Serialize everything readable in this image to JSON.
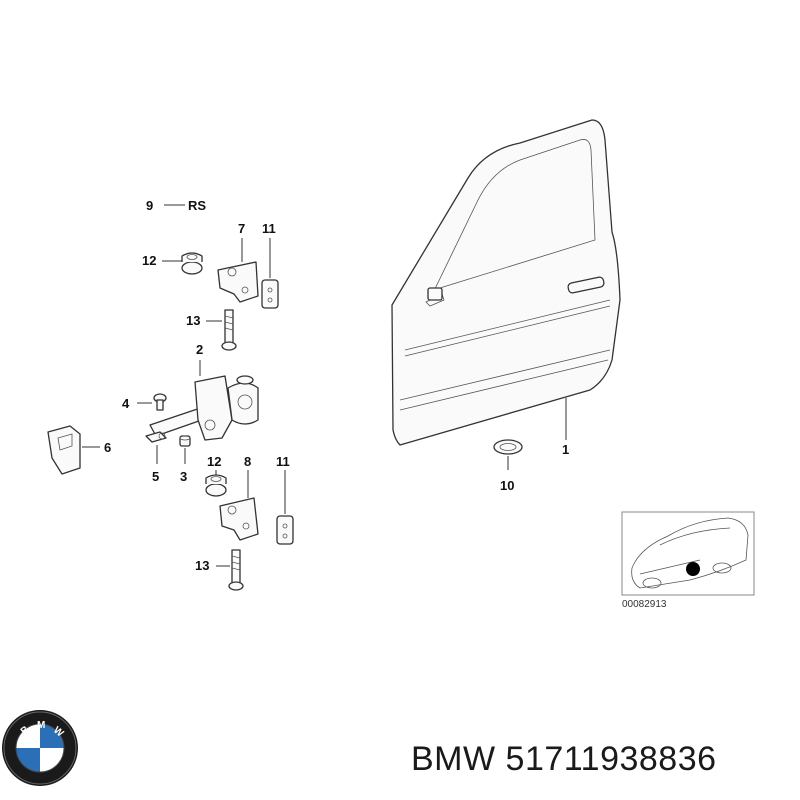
{
  "callouts": {
    "c1": "1",
    "c2": "2",
    "c3": "3",
    "c4": "4",
    "c5": "5",
    "c6": "6",
    "c7": "7",
    "c8": "8",
    "c9": "9",
    "c9_suffix": "RS",
    "c10": "10",
    "c11_top": "11",
    "c11_bottom": "11",
    "c12_top": "12",
    "c12_bottom": "12",
    "c13_top": "13",
    "c13_bottom": "13"
  },
  "reference_code": "00082913",
  "brand": "BMW",
  "part_number": "51711938836",
  "logo": {
    "icon": "bmw-roundel-icon",
    "colors": {
      "blue": "#2b6fb6",
      "white": "#ffffff",
      "ring": "#1a1a1a"
    }
  }
}
